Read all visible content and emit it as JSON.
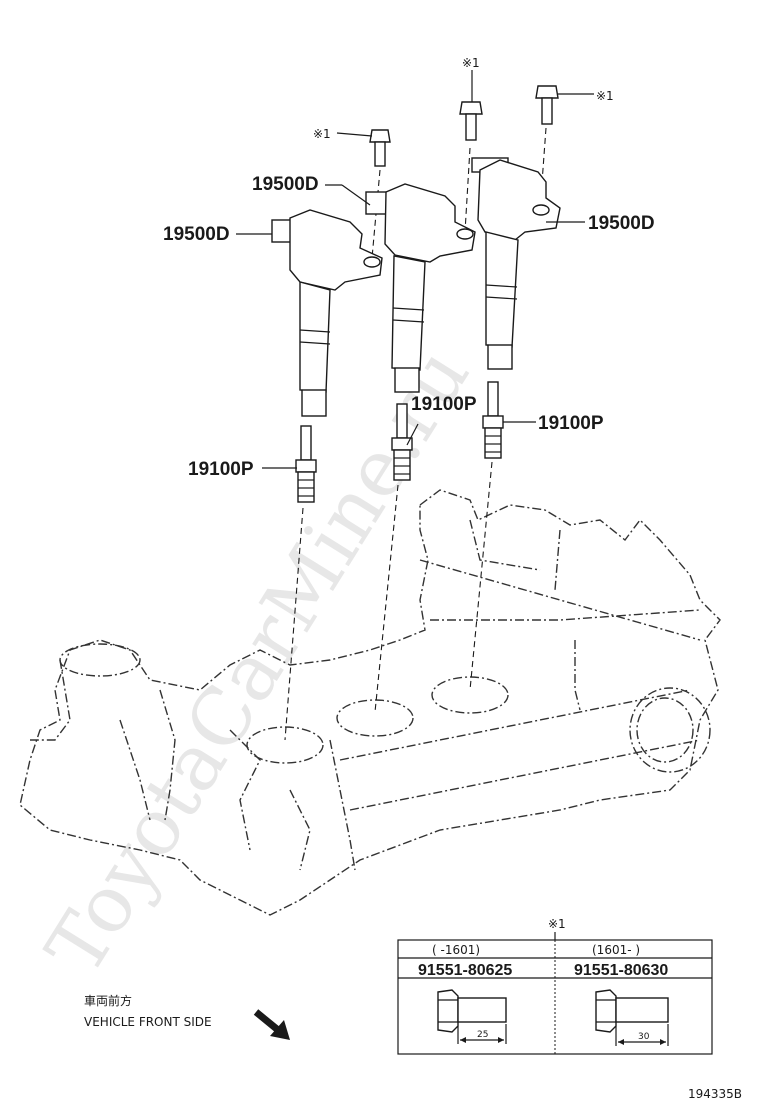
{
  "watermark": "ToyotaCarMine.ru",
  "diagram_id": "194335B",
  "parts": {
    "coil_left": "19500D",
    "coil_mid": "19500D",
    "coil_right": "19500D",
    "plug_left": "19100P",
    "plug_mid": "19100P",
    "plug_right": "19100P"
  },
  "bolt_marks": {
    "left": "※1",
    "mid": "※1",
    "right": "※1"
  },
  "front_note": {
    "jp": "車両前方",
    "en": "VEHICLE FRONT SIDE"
  },
  "ref_table": {
    "mark": "※1",
    "col1": {
      "range": "(     -1601)",
      "part": "91551-80625",
      "dim": "25"
    },
    "col2": {
      "range": "(1601-      )",
      "part": "91551-80630",
      "dim": "30"
    }
  }
}
